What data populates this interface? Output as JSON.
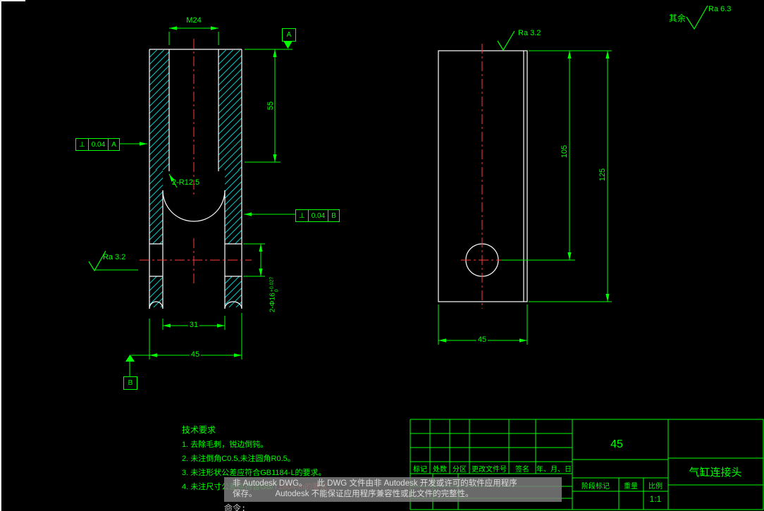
{
  "chrome": {
    "command_prompt": "命令:",
    "warning": {
      "line1a": "非 Autodesk DWG。",
      "line1b": "此 DWG 文件由非 Autodesk 开发或许可的软件应用程序",
      "line2a": "保存。",
      "line2b": "Autodesk 不能保证应用程序兼容性或此文件的完整性。"
    }
  },
  "general_note": {
    "prefix": "其余",
    "roughness": "Ra 6.3"
  },
  "front_view": {
    "thread_dim": "M24",
    "thread_depth_dim": "55",
    "slot_radius_label": "2-R12.5",
    "slot_width_dim": "31",
    "width_dim": "45",
    "hole_label": "2-Φ16",
    "hole_tol_upper": "+0.027",
    "hole_tol_lower": "0",
    "roughness": "Ra 3.2",
    "datum_a": "A",
    "datum_b": "B",
    "tolerance_a": {
      "symbol": "⊥",
      "value": "0.04",
      "datum": "A"
    },
    "tolerance_b": {
      "symbol": "⊥",
      "value": "0.04",
      "datum": "B"
    }
  },
  "side_view": {
    "roughness": "Ra 3.2",
    "hole_position_dim": "105",
    "height_dim": "125",
    "width_dim": "45"
  },
  "tech_notes": {
    "title": "技术要求",
    "line1": "1. 去除毛刺，锐边倒钝。",
    "line2": "2. 未注倒角C0.5,未注圆角R0.5。",
    "line3": "3. 未注形状公差应符合GB1184-L的要求。",
    "line4_main": "4. 未注尺寸公差应符合GB/T",
    "line4_tail": "1804-m的要求。"
  },
  "title_block": {
    "material": "45",
    "part_name": "气缸连接头",
    "rev_headers": [
      "标记",
      "处数",
      "分区",
      "更改文件号",
      "签名",
      "年、月、日"
    ],
    "stage_label": "阶段标记",
    "weight_label": "重量",
    "scale_label": "比例",
    "scale_value": "1:1"
  }
}
